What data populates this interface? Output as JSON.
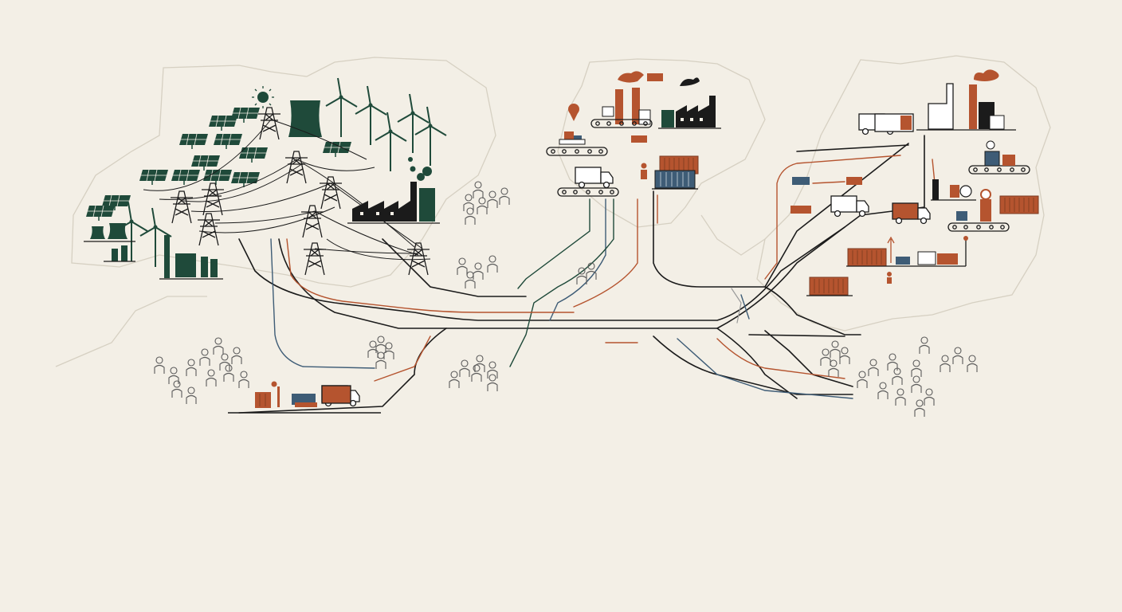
{
  "colors": {
    "background": "#f3efe6",
    "dark_green": "#1f4a3a",
    "ink": "#1b1b1b",
    "rust": "#b5542f",
    "slate_blue": "#3e5c76",
    "region_outline": "#d6d0c2",
    "people_outline": "#6b6b6b"
  },
  "regions": [
    {
      "id": "energy-region",
      "theme": "energy generation"
    },
    {
      "id": "manufacturing-region",
      "theme": "manufacturing"
    },
    {
      "id": "logistics-region",
      "theme": "logistics and industry"
    }
  ],
  "icons": {
    "solar": "solar-panel-icon",
    "wind": "wind-turbine-icon",
    "tower": "transmission-tower-icon",
    "cooling": "cooling-tower-icon",
    "factory": "factory-icon",
    "truck": "truck-icon",
    "container": "shipping-container-icon",
    "conveyor": "conveyor-belt-icon",
    "person": "person-icon",
    "pin": "location-pin-icon",
    "sun": "sun-icon"
  },
  "people_groups": [
    {
      "id": "people-group-left",
      "count": 16
    },
    {
      "id": "people-group-center-top",
      "count": 6
    },
    {
      "id": "people-group-center",
      "count": 4
    },
    {
      "id": "people-group-bottom-center",
      "count": 6
    },
    {
      "id": "people-group-small",
      "count": 4
    },
    {
      "id": "people-group-right",
      "count": 18
    }
  ]
}
